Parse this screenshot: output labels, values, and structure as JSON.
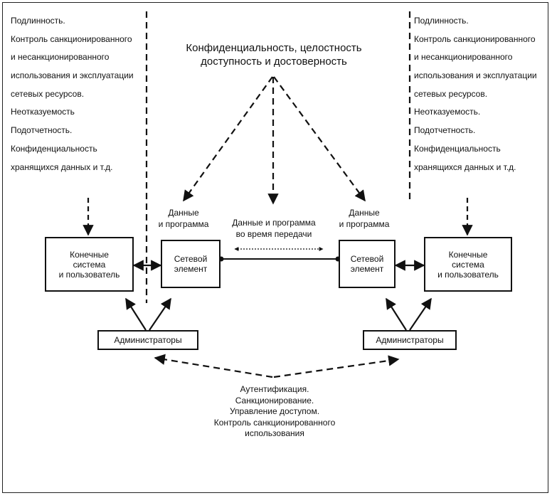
{
  "left_list": [
    "Подлинность.",
    "Контроль санкционированного",
    "и несанкционированного",
    "использования и эксплуатации",
    "сетевых ресурсов.",
    "Неотказуемость",
    "Подотчетность.",
    "Конфиденциальность",
    "хранящихся данных и т.д."
  ],
  "right_list": [
    "Подлинность.",
    "Контроль санкционированного",
    "и несанкционированного",
    "использования и эксплуатации",
    "сетевых ресурсов.",
    "Неотказуемость.",
    "Подотчетность.",
    "Конфиденциальность",
    "хранящихся данных и т.д."
  ],
  "top_title": {
    "line1": "Конфиденциальность, целостность",
    "line2": "доступность и достоверность"
  },
  "labels": {
    "data_left": [
      "Данные",
      "и программа"
    ],
    "data_center": [
      "Данные и программа",
      "во время передачи"
    ],
    "data_right": [
      "Данные",
      "и программа"
    ]
  },
  "boxes": {
    "end_left": [
      "Конечные",
      "система",
      "и пользователь"
    ],
    "net_left": [
      "Сетевой",
      "элемент"
    ],
    "net_right": [
      "Сетевой",
      "элемент"
    ],
    "end_right": [
      "Конечные",
      "система",
      "и пользователь"
    ],
    "admin_left": "Администраторы",
    "admin_right": "Администраторы"
  },
  "bottom_text": [
    "Аутентификация.",
    "Санкционирование.",
    "Управление доступом.",
    "Контроль санкционированного",
    "использования"
  ]
}
